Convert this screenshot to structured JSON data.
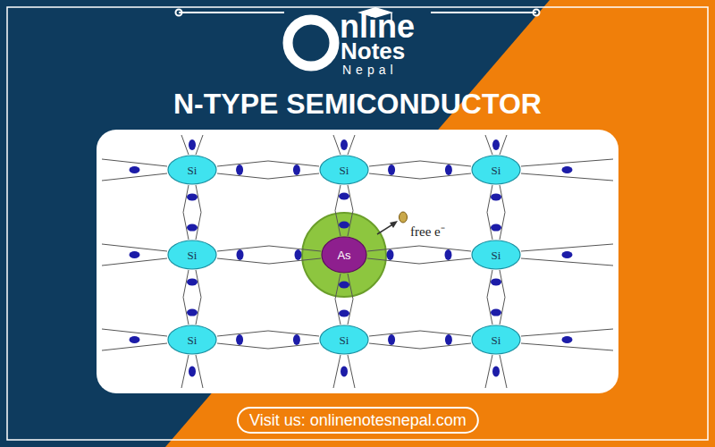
{
  "diagram": {
    "title": "N-TYPE SEMICONDUCTOR",
    "nodes": [
      {
        "text": [
          "Si"
        ]
      },
      {
        "text": [
          "Si"
        ]
      },
      {
        "text": [
          "Si"
        ]
      },
      {
        "text": [
          "Si"
        ]
      },
      {
        "text": [
          "As"
        ]
      },
      {
        "text": [
          "Si"
        ]
      },
      {
        "text": [
          "Si"
        ]
      },
      {
        "text": [
          "Si"
        ]
      },
      {
        "text": [
          "Si"
        ]
      },
      {
        "text": [
          "Visit us: onlinenotesnepal.com"
        ]
      }
    ],
    "edges": [
      {
        "from": 0,
        "to": 1,
        "arrow": "none"
      },
      {
        "from": 1,
        "to": 2,
        "arrow": "none"
      },
      {
        "from": 3,
        "to": 4,
        "arrow": "none"
      },
      {
        "from": 4,
        "to": 5,
        "arrow": "none"
      },
      {
        "from": 6,
        "to": 7,
        "arrow": "none"
      },
      {
        "from": 7,
        "to": 8,
        "arrow": "none"
      },
      {
        "from": 0,
        "to": 3,
        "arrow": "none"
      },
      {
        "from": 1,
        "to": 4,
        "arrow": "none"
      },
      {
        "from": 2,
        "to": 5,
        "arrow": "none"
      },
      {
        "from": 3,
        "to": 6,
        "arrow": "none"
      },
      {
        "from": 4,
        "to": 7,
        "arrow": "none"
      },
      {
        "from": 5,
        "to": 8,
        "arrow": "none"
      }
    ],
    "labels": [
      "nline",
      "Notes",
      "Nepal",
      "free e⁻"
    ]
  }
}
